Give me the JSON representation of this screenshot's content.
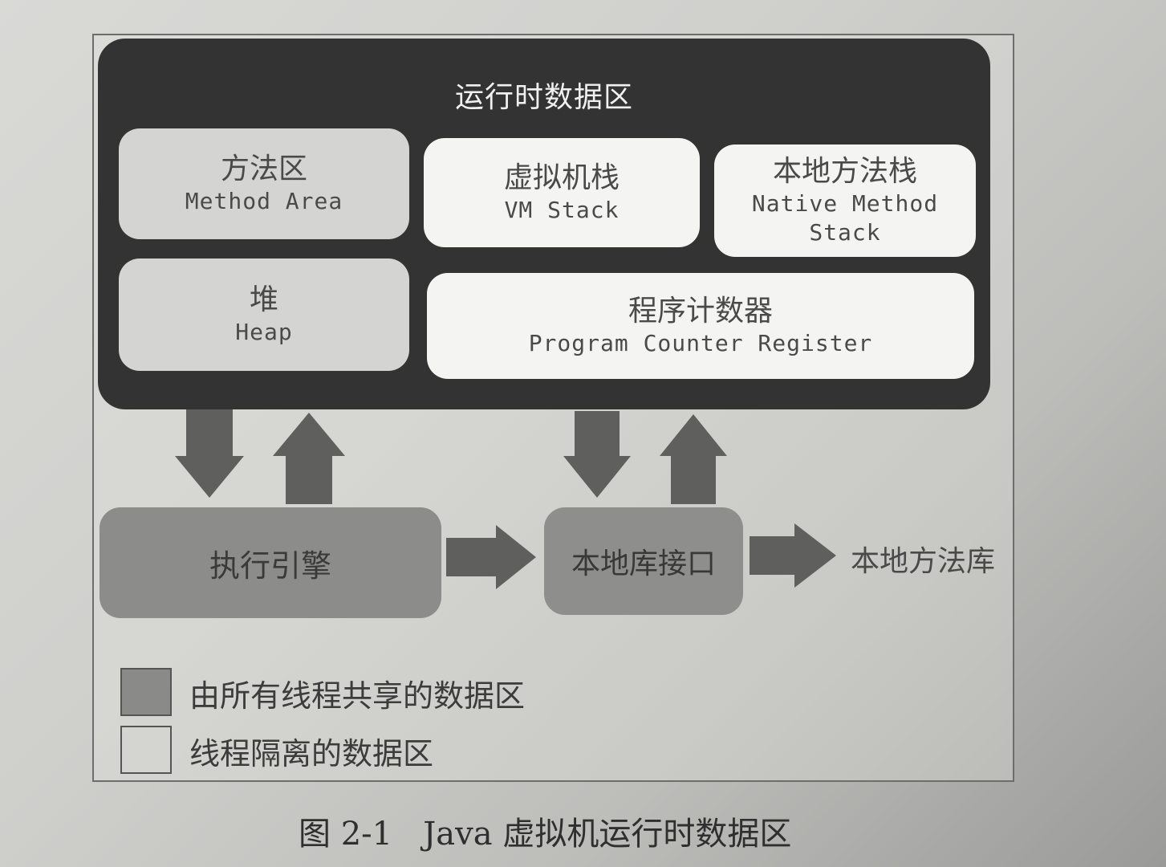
{
  "diagram": {
    "runtime_area_title": "运行时数据区",
    "method_area": {
      "cn": "方法区",
      "en": "Method Area"
    },
    "vm_stack": {
      "cn": "虚拟机栈",
      "en": "VM Stack"
    },
    "native_method_stack": {
      "cn": "本地方法栈",
      "en_line1": "Native Method",
      "en_line2": "Stack"
    },
    "heap": {
      "cn": "堆",
      "en": "Heap"
    },
    "program_counter": {
      "cn": "程序计数器",
      "en": "Program Counter Register"
    },
    "execution_engine": "执行引擎",
    "native_interface": "本地库接口",
    "native_library": "本地方法库"
  },
  "legend": {
    "shared": "由所有线程共享的数据区",
    "private": "线程隔离的数据区"
  },
  "caption": "图 2-1   Java 虚拟机运行时数据区",
  "colors": {
    "runtime_bg": "#333333",
    "shared_box": "#d4d4d2",
    "private_box": "#f4f4f2",
    "lower_box": "#8c8c8a",
    "arrow": "#5f5f5d"
  }
}
